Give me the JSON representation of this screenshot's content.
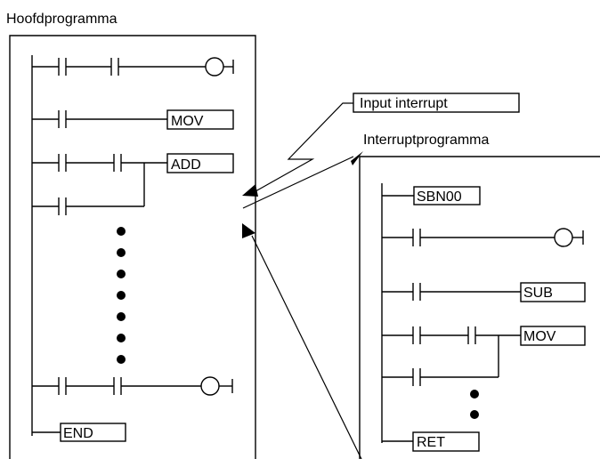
{
  "main_program": {
    "title": "Hoofdprogramma",
    "instructions": [
      "MOV",
      "ADD",
      "END"
    ]
  },
  "interrupt_source": {
    "label": "Input interrupt"
  },
  "interrupt_program": {
    "title": "Interruptprogramma",
    "instructions": [
      "SBN00",
      "SUB",
      "MOV",
      "RET"
    ]
  },
  "colors": {
    "line": "#000000",
    "background": "#ffffff"
  }
}
